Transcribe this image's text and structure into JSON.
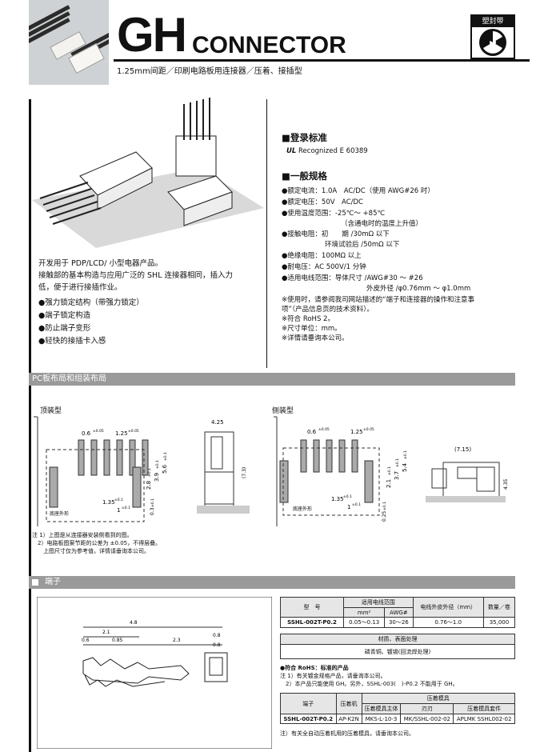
{
  "header": {
    "brand_gh": "GH",
    "brand_connector": "CONNECTOR",
    "subtitle": "1.25mm间距／印刷电路板用连接器／压着、接插型",
    "badge_label": "塑封带"
  },
  "intro": {
    "line1": "开发用于 PDP/LCD/ 小型电器产品。",
    "line2": "接触部的基本构造与应用广泛的 SHL 连接器相同，插入力",
    "line3": "低，便于进行接插作业。",
    "features": [
      "●强力锁定结构（带强力锁定）",
      "●端子锁定构造",
      "●防止端子变形",
      "●轻快的接插卡入感"
    ]
  },
  "registration": {
    "title": "■登录标准",
    "ul_mark": "UL",
    "ul_text": "Recognized E 60389"
  },
  "specs": {
    "title": "■一般规格",
    "lines": [
      "●额定电流：1.0A　AC/DC（使用 AWG#26 时）",
      "●额定电压：50V　AC/DC",
      "●使用温度范围：-25℃～ +85℃",
      "（含通电时的温度上升值）",
      "●接触电阻：初　　期 /30mΩ 以下",
      "环境试验后 /50mΩ 以下",
      "●绝缘电阻：100MΩ 以上",
      "●耐电压：AC 500V/1 分钟",
      "●适用电线范围：导体尺寸 /AWG#30 ～ #26",
      "外皮外径 /φ0.76mm ～ φ1.0mm"
    ],
    "notes": [
      "※使用时，请参阅我司网站描述的“端子和连接器的操作和注意事",
      "项”（产品信息页的技术资料）。",
      "※符合 RoHS 2。",
      "※尺寸单位：mm。",
      "※详情请垂询本公司。"
    ]
  },
  "pc_layout": {
    "bar": "PC板布局和组装布局",
    "top_type": "顶装型",
    "side_type": "侧装型",
    "top_dims": [
      "0.6",
      "±0.05",
      "1.25",
      "±0.05",
      "5.6",
      "±0.1",
      "3.9",
      "±0.1",
      "2.8",
      "±0.1",
      "1.35",
      "±0.1",
      "1",
      "±0.1",
      "0.3",
      "±0.1",
      "底座外形",
      "4.25",
      "(7.3)"
    ],
    "side_dims": [
      "0.6",
      "±0.05",
      "1.25",
      "±0.05",
      "5.4",
      "±0.1",
      "3.7",
      "±0.1",
      "2.1",
      "±0.1",
      "1.35",
      "±0.1",
      "1",
      "±0.1",
      "0.25",
      "±0.1",
      "底座外形",
      "(7.15)",
      "4.35"
    ],
    "notes": [
      "注 1）上图是从连接器安装侧看到的图。",
      "　2）电路板图案节距的公差为 ±0.05，不得层叠。",
      "　　上图尺寸仅为参考值，详情请垂询本公司。"
    ]
  },
  "terminal": {
    "bar": "端子",
    "dims": [
      "4.8",
      "2.1",
      "0.6",
      "0.85",
      "2.3",
      "0.8",
      "0.8"
    ],
    "table1": {
      "h_model": "型　号",
      "h_wire_range": "适用电线范围",
      "h_mm2": "mm²",
      "h_awg": "AWG#",
      "h_outer": "电线外皮外径（mm）",
      "h_qty": "数量／卷",
      "row": [
        "SSHL-002T-P0.2",
        "0.05～0.13",
        "30～26",
        "0.76～1.0",
        "35,000"
      ]
    },
    "material": {
      "header": "材质、表面处理",
      "value": "磷青铜、镀锡(回流焊处理)"
    },
    "rohs": {
      "title": "●符合 RoHS：标准的产品",
      "notes": [
        "注 1）有关镀金规格产品，请垂询本公司。",
        "　2）本产品只能使用 GH。另外，SSHL-003(　)-P0.2 不能用于 GH。"
      ]
    },
    "table2": {
      "h_terminal": "端子",
      "h_press": "压着机",
      "h_die": "压着模具",
      "h_die_body": "压着模具主体",
      "h_blade": "刃刃",
      "h_kit": "压着模具套件",
      "row": [
        "SSHL-002T-P0.2",
        "AP-K2N",
        "MKS-L-10-3",
        "MK/SSHL-002-02",
        "APLMK SSHL002-02"
      ]
    },
    "final_note": "注）有关全自动压着机用的压着模具，请垂询本公司。"
  }
}
